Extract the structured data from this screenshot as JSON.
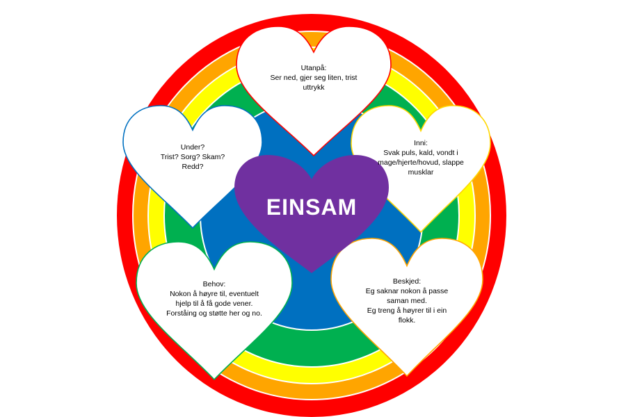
{
  "colors": {
    "background": "#ffffff",
    "rings": [
      "#ff0000",
      "#ffa500",
      "#ffff00",
      "#00b050",
      "#0070c0"
    ],
    "center_heart": "#7030a0",
    "center_text": "#ffffff"
  },
  "center": {
    "word": "EINSAM"
  },
  "hearts": {
    "utanpa": {
      "lines": [
        "Utanpå:",
        "Ser ned, gjer seg liten, trist",
        "uttrykk"
      ],
      "border": "#ff0000"
    },
    "under": {
      "lines": [
        "Under?",
        "Trist? Sorg? Skam?",
        "Redd?"
      ],
      "border": "#0070c0"
    },
    "inni": {
      "lines": [
        "Inni:",
        "Svak puls, kald, vondt i",
        "mage/hjerte/hovud, slappe",
        "musklar"
      ],
      "border": "#ffd700"
    },
    "behov": {
      "lines": [
        "Behov:",
        "Nokon å høyre til, eventuelt",
        "hjelp til å få gode vener.",
        "Forståing og støtte her og no."
      ],
      "border": "#00b050"
    },
    "beskjed": {
      "lines": [
        "Beskjed:",
        "Eg saknar nokon å passe",
        "saman med.",
        "Eg treng å høyrer til i ein",
        "flokk."
      ],
      "border": "#ffa500"
    }
  }
}
